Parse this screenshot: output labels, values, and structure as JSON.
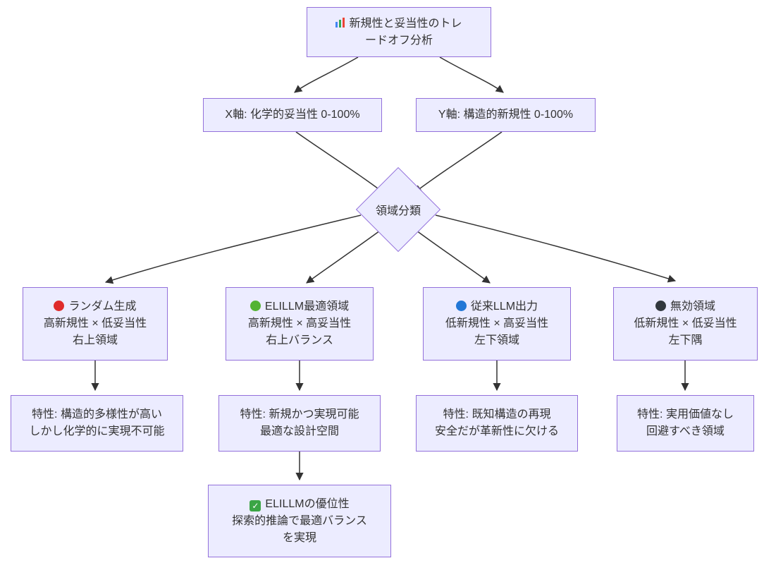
{
  "diagram_title": "新規性と妥当性のトレードオフ分析",
  "colors": {
    "node_fill": "#ECECFF",
    "node_border": "#9370DB",
    "edge": "#333333",
    "text": "#333333",
    "red_circle": "#df2b2b",
    "green_circle": "#53b332",
    "blue_circle": "#2277d6",
    "black_circle": "#31373d",
    "check_green": "#3ba545"
  },
  "icons": {
    "root": "bar-chart-icon",
    "random": "red-circle-icon",
    "elillm": "green-circle-icon",
    "llm": "blue-circle-icon",
    "invalid": "black-circle-icon",
    "conclusion": "check-mark-icon"
  },
  "nodes": {
    "root": {
      "line1": "新規性と妥当性のトレ",
      "line2": "ードオフ分析"
    },
    "x_axis": {
      "label": "X軸: 化学的妥当性 0-100%"
    },
    "y_axis": {
      "label": "Y軸: 構造的新規性 0-100%"
    },
    "decision": {
      "label": "領域分類"
    },
    "random": {
      "title": "ランダム生成",
      "line2": "高新規性 × 低妥当性",
      "line3": "右上領域"
    },
    "elillm": {
      "title": "ELILLM最適領域",
      "line2": "高新規性 × 高妥当性",
      "line3": "右上バランス"
    },
    "llm": {
      "title": "従来LLM出力",
      "line2": "低新規性 × 高妥当性",
      "line3": "左下領域"
    },
    "invalid": {
      "title": "無効領域",
      "line2": "低新規性 × 低妥当性",
      "line3": "左下隅"
    },
    "random_trait": {
      "line1": "特性: 構造的多様性が高い",
      "line2": "しかし化学的に実現不可能"
    },
    "elillm_trait": {
      "line1": "特性: 新規かつ実現可能",
      "line2": "最適な設計空間"
    },
    "llm_trait": {
      "line1": "特性: 既知構造の再現",
      "line2": "安全だが革新性に欠ける"
    },
    "invalid_trait": {
      "line1": "特性: 実用価値なし",
      "line2": "回避すべき領域"
    },
    "conclusion": {
      "title": "ELILLMの優位性",
      "line2": "探索的推論で最適バランス",
      "line3": "を実現"
    },
    "check_glyph": "✓"
  }
}
